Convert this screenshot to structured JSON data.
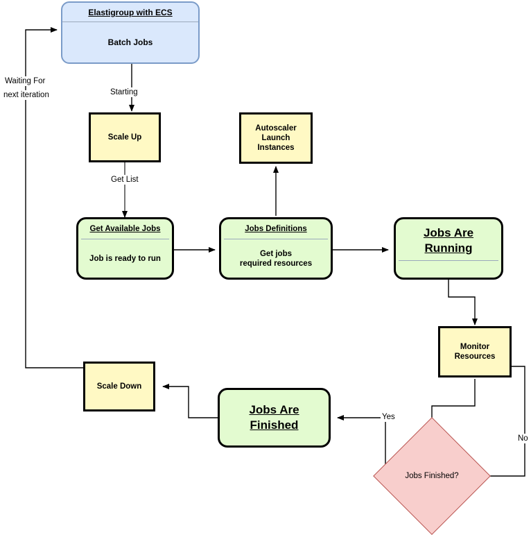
{
  "diagram": {
    "title": "Elastigroup with ECS batch jobs autoscaling flow",
    "colors": {
      "blue_fill": "#dae8fc",
      "blue_stroke": "#7a9bc8",
      "yellow_fill": "#fff9c4",
      "green_fill": "#e3fbd0",
      "pink_fill": "#f8cecc",
      "pink_stroke": "#b85450",
      "stroke": "#000000"
    }
  },
  "nodes": {
    "elastigroup": {
      "title": "Elastigroup with ECS",
      "body": "Batch Jobs"
    },
    "scale_up": {
      "label": "Scale Up"
    },
    "autoscaler": {
      "line1": "Autoscaler",
      "line2": "Launch",
      "line3": "Instances"
    },
    "get_available_jobs": {
      "title": "Get Available Jobs",
      "body": "Job is ready to run"
    },
    "jobs_definitions": {
      "title": "Jobs Definitions",
      "body_line1": "Get jobs",
      "body_line2": "required resources"
    },
    "jobs_are_running": {
      "title_line1": "Jobs Are",
      "title_line2": "Running",
      "body": ""
    },
    "monitor_resources": {
      "line1": "Monitor",
      "line2": "Resources"
    },
    "jobs_finished_decision": {
      "label": "Jobs Finished?"
    },
    "jobs_are_finished": {
      "title_line1": "Jobs Are",
      "title_line2": "Finished"
    },
    "scale_down": {
      "label": "Scale Down"
    }
  },
  "edges": {
    "starting": "Starting",
    "get_list": "Get List",
    "yes": "Yes",
    "no": "No",
    "waiting_line1": "Waiting For",
    "waiting_line2": "next iteration"
  }
}
